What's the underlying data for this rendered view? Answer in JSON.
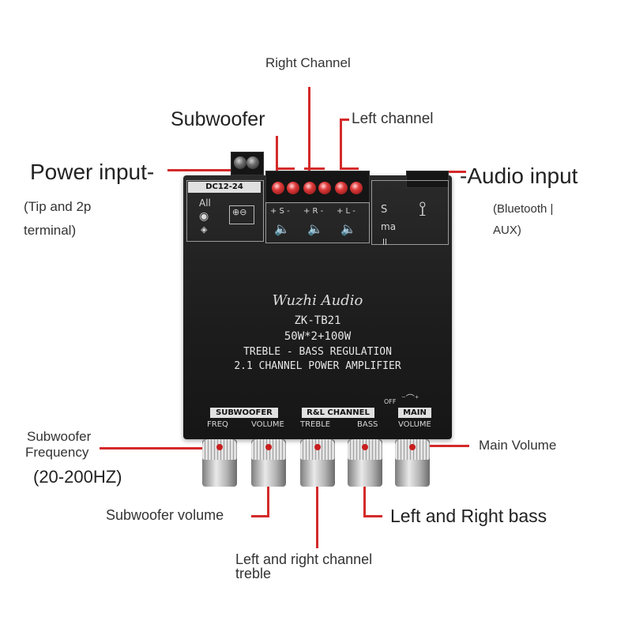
{
  "callouts": {
    "right_channel": "Right Channel",
    "subwoofer": "Subwoofer",
    "left_channel": "Left channel",
    "power_input": "Power input-",
    "power_input_note_1": "(Tip and 2p",
    "power_input_note_2": "terminal)",
    "audio_input": "-Audio input",
    "audio_input_note_1": "(Bluetooth |",
    "audio_input_note_2": "AUX)",
    "subwoofer_frequency_1": "Subwoofer",
    "subwoofer_frequency_2": "Frequency",
    "subwoofer_frequency_range": "(20-200HZ)",
    "main_volume": "Main Volume",
    "subwoofer_volume": "Subwoofer volume",
    "left_right_bass": "Left and Right bass",
    "lr_treble_1": "Left and right channel",
    "lr_treble_2": "treble"
  },
  "board": {
    "brand": "Wuzhi Audio",
    "model": "ZK-TB21",
    "power_rating": "50W*2+100W",
    "line_1": "TREBLE - BASS REGULATION",
    "line_2": "2.1 CHANNEL POWER AMPLIFIER",
    "dc_label": "DC12-24",
    "all_label": "All",
    "sw_channel_label": "+ S -",
    "r_channel_label": "+ R -",
    "l_channel_label": "+ L -",
    "mode_s": "S",
    "mode_ma": "ma",
    "mode_ll": "ll",
    "group_subwoofer": "SUBWOOFER",
    "group_rl": "R&L CHANNEL",
    "group_main": "MAIN",
    "knob_freq": "FREQ",
    "knob_volume": "VOLUME",
    "knob_treble": "TREBLE",
    "knob_bass": "BASS",
    "knob_main_volume": "VOLUME",
    "off_label": "OFF"
  },
  "colors": {
    "callout_line": "#d42a2a",
    "board": "#1c1c1c",
    "board_text": "#e6e6e6"
  }
}
